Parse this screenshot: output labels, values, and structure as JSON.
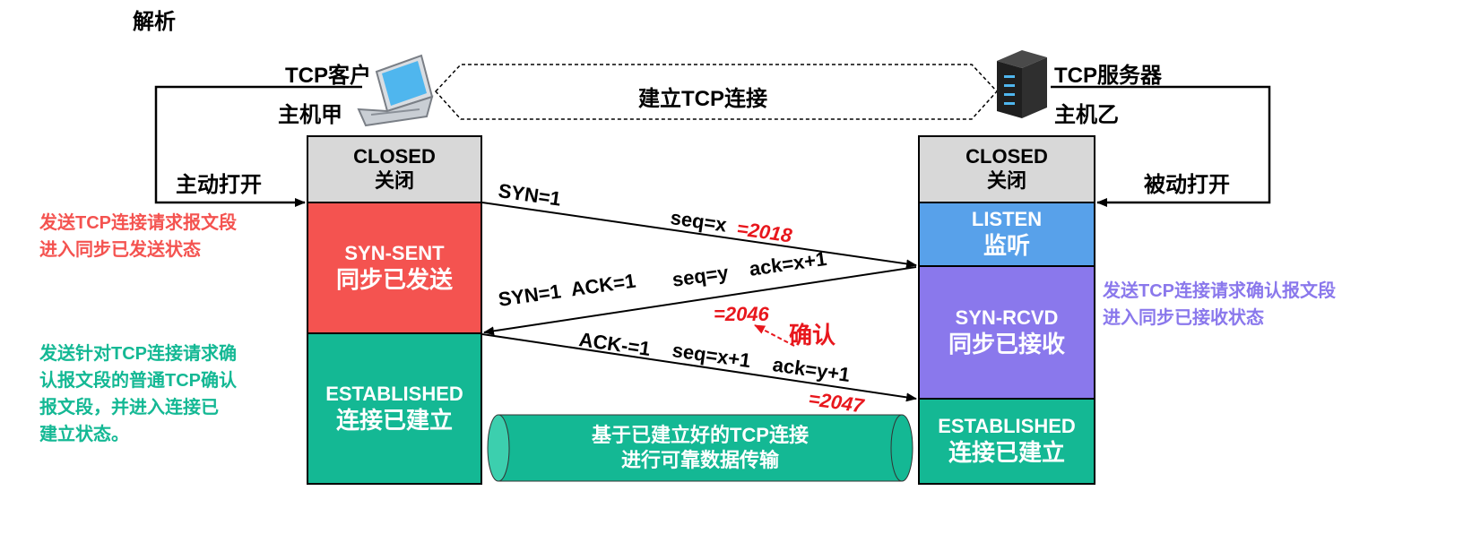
{
  "heading": "解析",
  "client": {
    "name_line1": "TCP客户",
    "name_line2": "主机甲",
    "action": "主动打开"
  },
  "server": {
    "name_line1": "TCP服务器",
    "name_line2": "主机乙",
    "action": "被动打开"
  },
  "link_label": "建立TCP连接",
  "client_states": [
    {
      "line1": "CLOSED",
      "line2": "关闭",
      "color": "#d8d8d8"
    },
    {
      "line1": "SYN-SENT",
      "line2": "同步已发送",
      "color": "#f45350"
    },
    {
      "line1": "ESTABLISHED",
      "line2": "连接已建立",
      "color": "#14b894"
    }
  ],
  "server_states": [
    {
      "line1": "CLOSED",
      "line2": "关闭",
      "color": "#d8d8d8"
    },
    {
      "line1": "LISTEN",
      "line2": "监听",
      "color": "#58a1ea"
    },
    {
      "line1": "SYN-RCVD",
      "line2": "同步已接收",
      "color": "#8a78ec"
    },
    {
      "line1": "ESTABLISHED",
      "line2": "连接已建立",
      "color": "#14b894"
    }
  ],
  "notes": {
    "client_send": [
      "发送TCP连接请求报文段",
      "进入同步已发送状态"
    ],
    "server_reply": [
      "发送TCP连接请求确认报文段",
      "进入同步已接收状态"
    ],
    "client_ack": [
      "发送针对TCP连接请求确",
      "认报文段的普通TCP确认",
      "报文段，并进入连接已",
      "建立状态。"
    ]
  },
  "messages": {
    "first": {
      "syn": "SYN=1",
      "seq": "seq=x",
      "seq_value": "=2018"
    },
    "second": {
      "flags": "SYN=1  ACK=1",
      "seq": "seq=y",
      "ack": "ack=x+1",
      "ack_value": "=2046",
      "confirm": "确认"
    },
    "third": {
      "ack_flag": "ACK-=1",
      "seq": "seq=x+1",
      "ack": "ack=y+1",
      "ack_value": "=2047"
    }
  },
  "data_pipe": [
    "基于已建立好的TCP连接",
    "进行可靠数据传输"
  ],
  "colors": {
    "red_note": "#f45350",
    "purple_note": "#8a78ec",
    "green_note": "#14b894",
    "value_red": "#e8171d",
    "pipe": "#14b894"
  }
}
